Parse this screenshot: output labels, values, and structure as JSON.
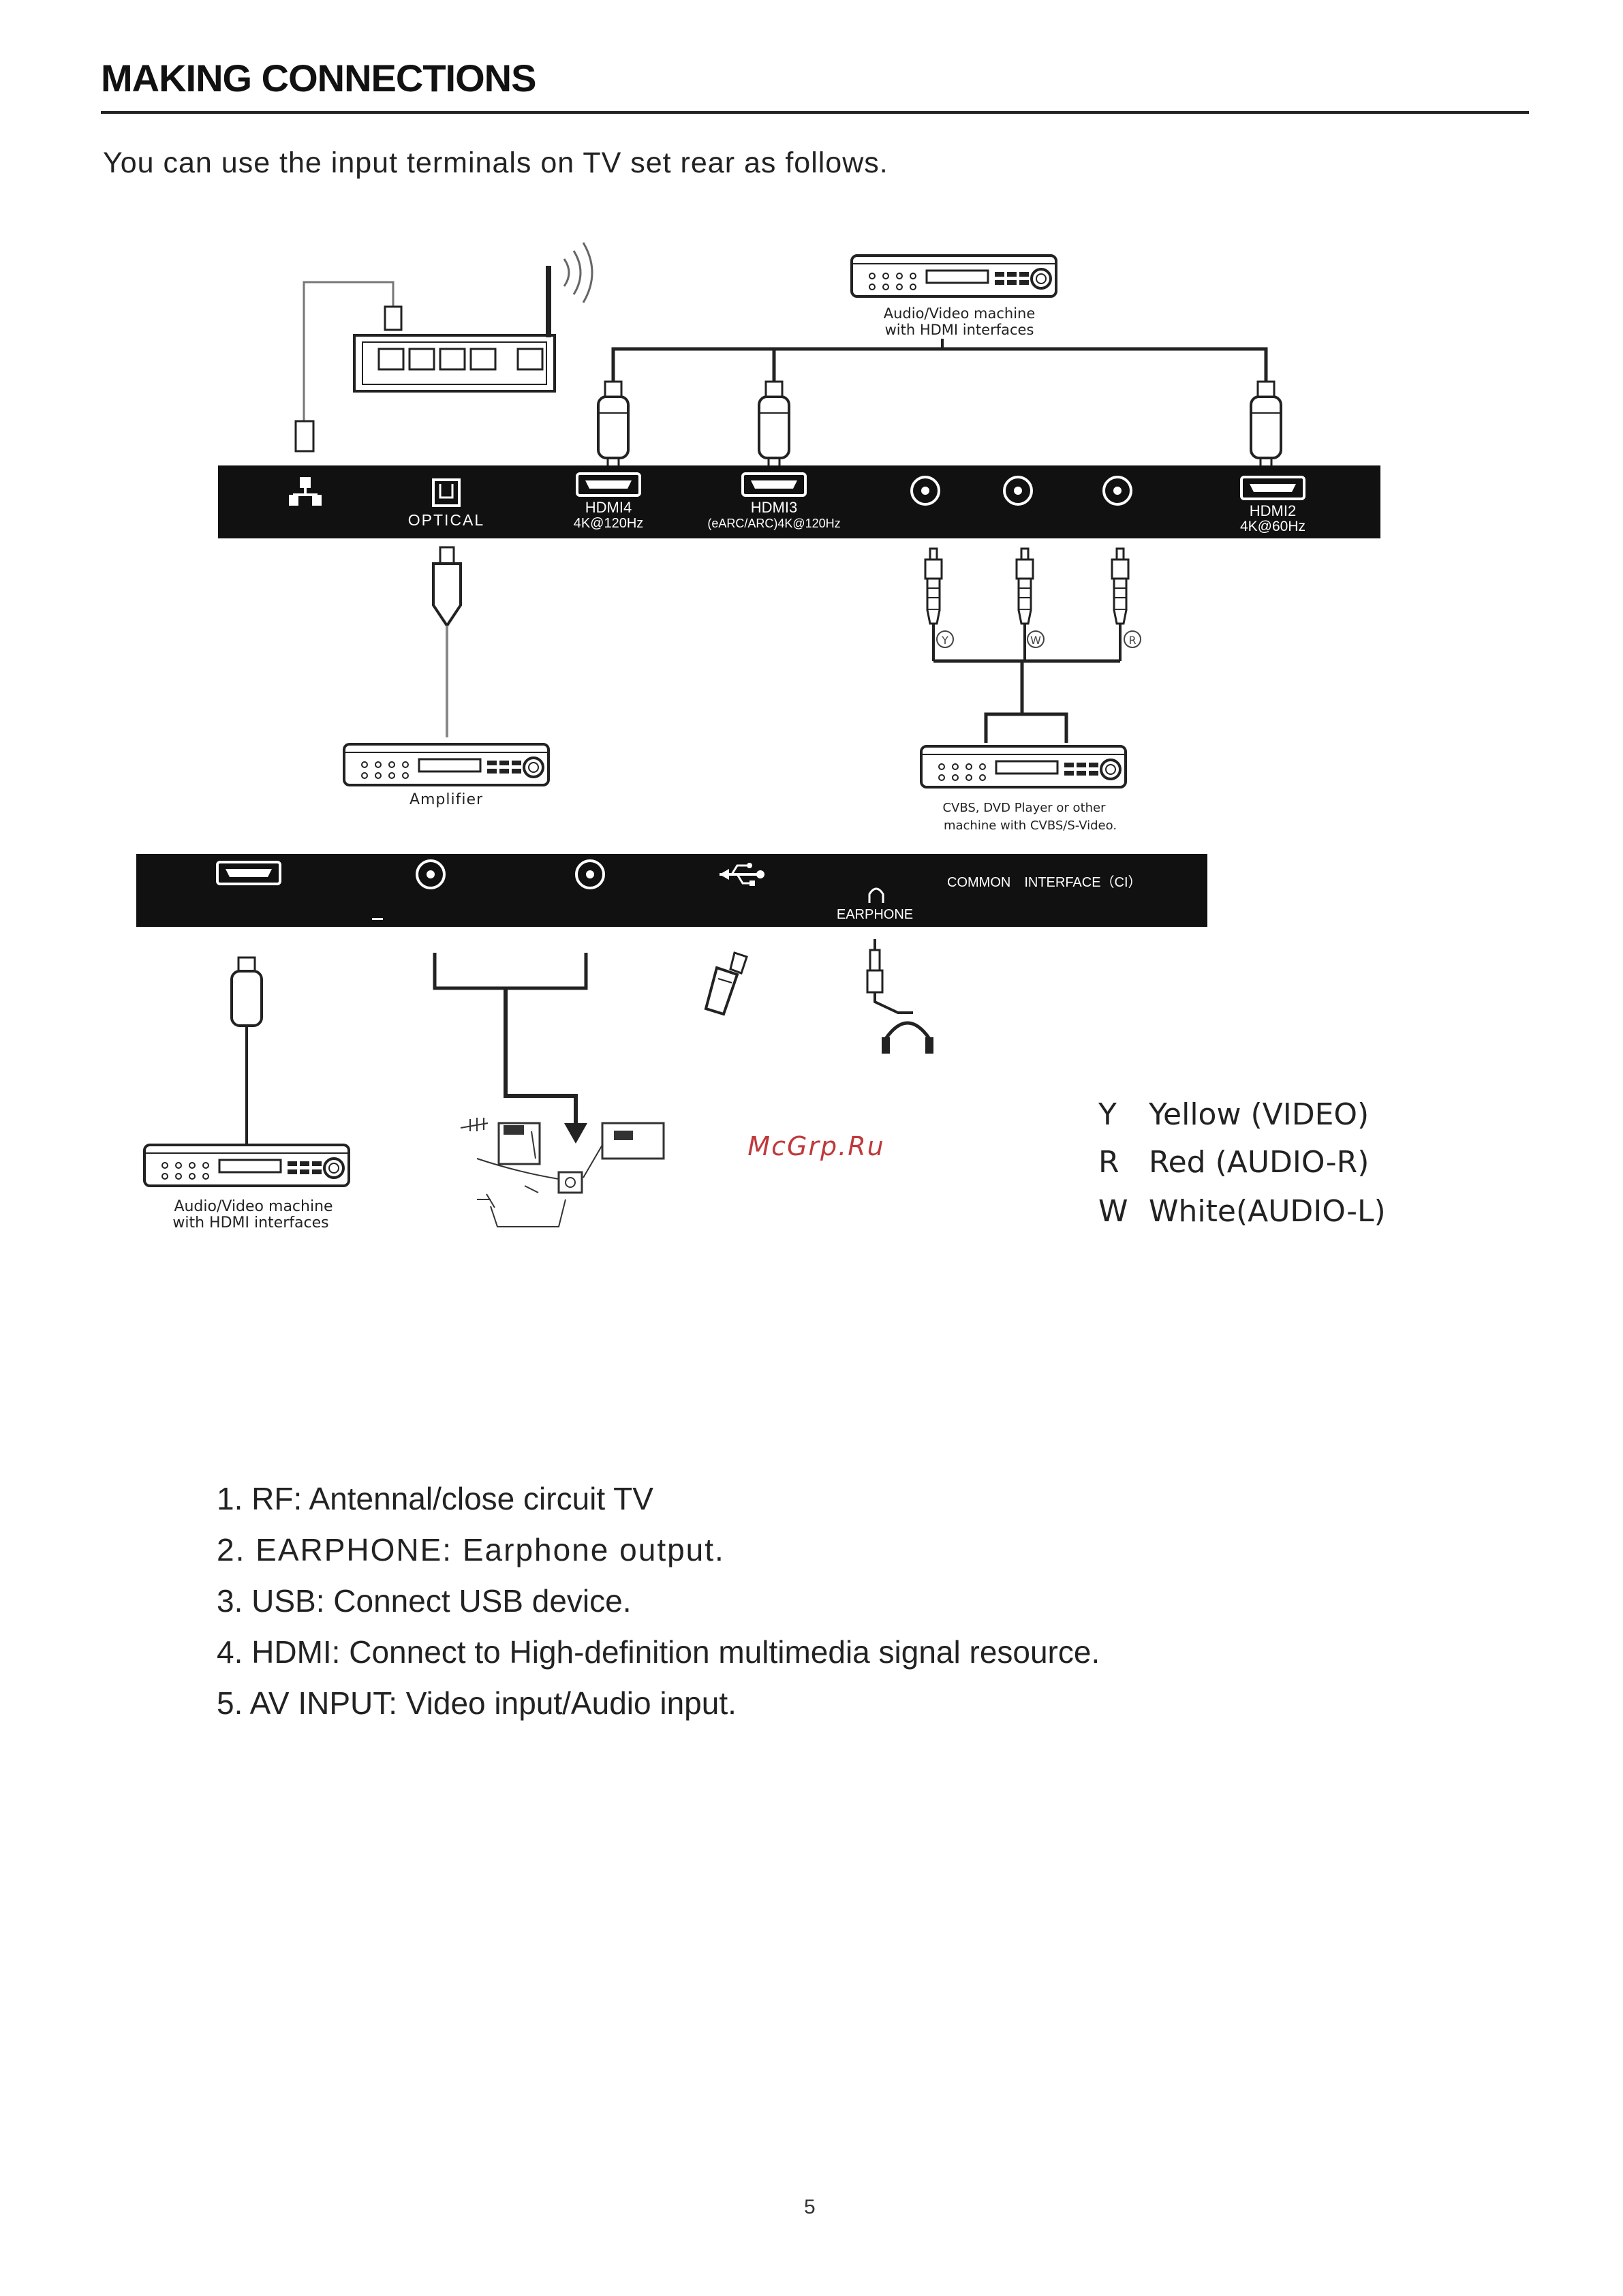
{
  "page": {
    "title": "MAKING CONNECTIONS",
    "intro": "You can use the input terminals on TV set rear as follows.",
    "page_number": "5"
  },
  "diagram": {
    "top_panel": {
      "optical": "OPTICAL",
      "hdmi4": "HDMI4",
      "hdmi4_spec": "4K@120Hz",
      "hdmi3": "HDMI3",
      "hdmi3_spec": "(eARC/ARC)4K@120Hz",
      "hdmi2": "HDMI2",
      "hdmi2_spec": "4K@60Hz"
    },
    "av_machine_top_1": "Audio/Video machine",
    "av_machine_top_2": "with HDMI interfaces",
    "amplifier": "Amplifier",
    "rca_y": "Y",
    "rca_w": "W",
    "rca_r": "R",
    "cvbs_1": "CVBS, DVD Player or other",
    "cvbs_2": "machine with CVBS/S-Video.",
    "bottom_panel": {
      "earphone": "EARPHONE",
      "ci": "COMMON　INTERFACE（CI）"
    },
    "av_machine_bottom_1": "Audio/Video machine",
    "av_machine_bottom_2": "with HDMI interfaces",
    "watermark": "McGrp.Ru"
  },
  "legend": [
    {
      "code": "Y",
      "text": "Yellow (VIDEO)"
    },
    {
      "code": "R",
      "text": "Red (AUDIO-R)"
    },
    {
      "code": "W",
      "text": "White(AUDIO-L)"
    }
  ],
  "list": [
    "1. RF: Antennal/close circuit TV",
    "2. EARPHONE: Earphone output.",
    "3. USB: Connect USB device.",
    "4. HDMI: Connect to High-definition multimedia signal resource.",
    "5. AV INPUT: Video input/Audio input."
  ],
  "colors": {
    "panel": "#111111",
    "watermark": "#c0393b",
    "text": "#222222"
  }
}
